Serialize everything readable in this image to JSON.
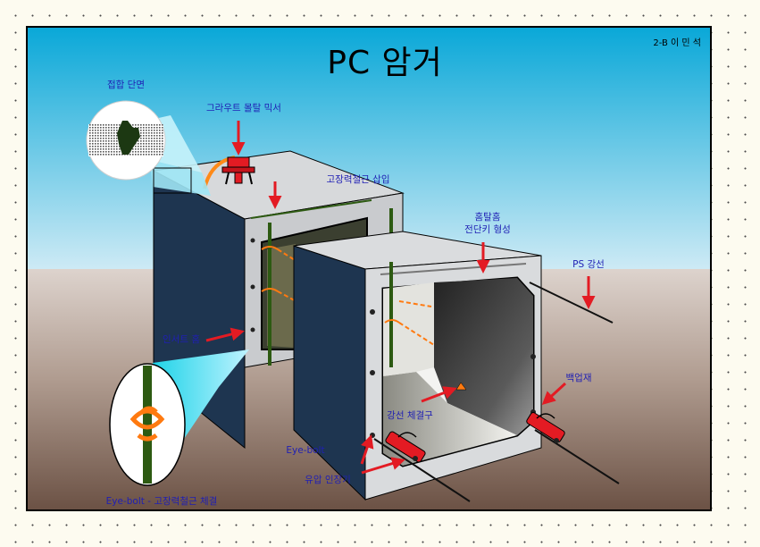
{
  "title": "PC 암거",
  "author": "2-B 이 민 석",
  "labels": {
    "joint_section": "접합 단면",
    "grout_mixer": "그라우트 몰탈 믹서",
    "rebar_insert": "고장력철근 삽입",
    "groove_line1": "홈탈홈",
    "groove_line2": "전단키 형성",
    "ps_strand": "PS 강선",
    "insert_groove": "인서트 홈",
    "backup_material": "백업재",
    "strand_fastener": "강선 체결구",
    "eye_bolt": "Eye-bolt",
    "hydraulic_jack": "유압 인장기",
    "eye_bolt_fastening": "Eye-bolt - 고장력철근 체결"
  },
  "colors": {
    "sky_top": "#0aa8d8",
    "sky_bottom": "#c9eaf6",
    "ground_top": "#d8cec8",
    "ground_bottom": "#6e5548",
    "box_side": "#1e3550",
    "box_face": "#d9dbdd",
    "label_text": "#1f1fb4",
    "arrow_red": "#e31b23",
    "rebar_green": "#2d5a12",
    "fastener_orange": "#ff7a10"
  }
}
